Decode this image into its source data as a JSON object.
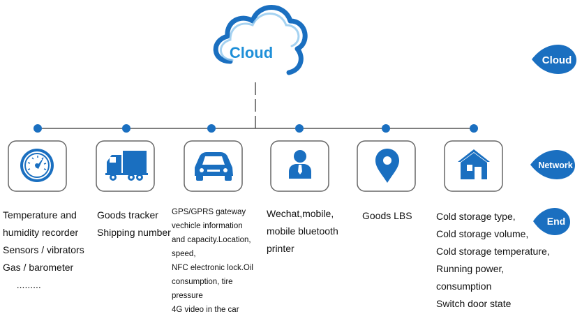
{
  "cloud": {
    "label": "Cloud"
  },
  "side_tags": {
    "cloud": "Cloud",
    "network": "Network",
    "end": "End"
  },
  "nodes": [
    {
      "icon": "speedometer-icon",
      "lines": [
        "Temperature and",
        "humidity recorder",
        "Sensors / vibrators",
        "Gas / barometer",
        "  ........."
      ]
    },
    {
      "icon": "truck-icon",
      "lines": [
        "Goods tracker",
        "Shipping number"
      ]
    },
    {
      "icon": "car-icon",
      "lines": [
        "GPS/GPRS gateway",
        "vechicle information",
        "and capacity.Location,",
        "speed,",
        "NFC electronic lock.Oil",
        "consumption, tire",
        "pressure",
        "4G video in the car"
      ]
    },
    {
      "icon": "user-icon",
      "lines": [
        "Wechat,mobile,",
        "mobile bluetooth",
        "printer"
      ]
    },
    {
      "icon": "map-pin-icon",
      "lines": [
        "Goods LBS"
      ]
    },
    {
      "icon": "warehouse-icon",
      "lines": [
        "Cold  storage type,",
        "Cold storage volume,",
        "Cold storage temperature,",
        "Running power,",
        "consumption",
        "Switch door state"
      ]
    }
  ],
  "colors": {
    "accent": "#1a6fc0",
    "cloud_text": "#1e8fd8",
    "border": "#666666",
    "line": "#555555"
  }
}
